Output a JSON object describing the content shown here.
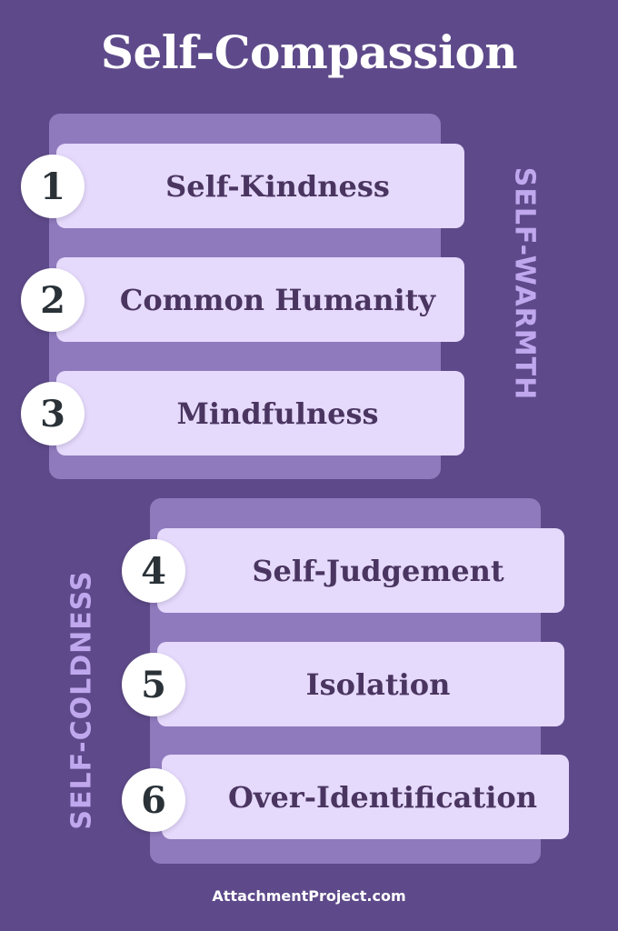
{
  "title": "Self-Compassion",
  "groups": [
    {
      "label": "SELF-WARMTH",
      "items": [
        {
          "number": "1",
          "label": "Self-Kindness"
        },
        {
          "number": "2",
          "label": "Common Humanity"
        },
        {
          "number": "3",
          "label": "Mindfulness"
        }
      ]
    },
    {
      "label": "SELF-COLDNESS",
      "items": [
        {
          "number": "4",
          "label": "Self-Judgement"
        },
        {
          "number": "5",
          "label": "Isolation"
        },
        {
          "number": "6",
          "label": "Over-Identification"
        }
      ]
    }
  ],
  "footer": "AttachmentProject.com",
  "colors": {
    "background": "#5e4a8a",
    "panel": "#8f7abd",
    "card": "#e5d9fc",
    "text": "#4a3560",
    "side_label": "#c0a8ee"
  }
}
